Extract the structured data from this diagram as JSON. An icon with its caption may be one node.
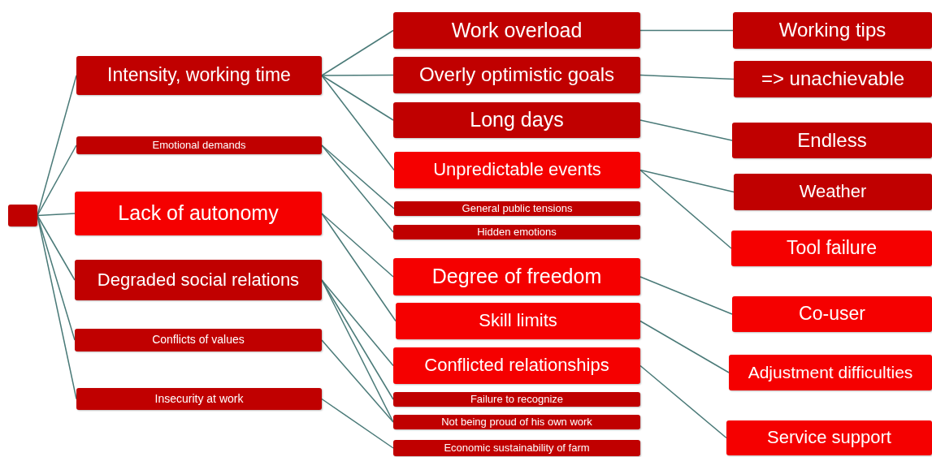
{
  "diagram": {
    "nodes": [
      {
        "text": [],
        "shape": "box"
      },
      {
        "text": [
          "Intensity, working time"
        ]
      },
      {
        "text": [
          "Emotional demands"
        ]
      },
      {
        "text": [
          "Lack of autonomy"
        ]
      },
      {
        "text": [
          "Degraded social relations"
        ]
      },
      {
        "text": [
          "Conflicts of values"
        ]
      },
      {
        "text": [
          "Insecurity at work"
        ]
      },
      {
        "text": [
          "Work overload"
        ]
      },
      {
        "text": [
          "Overly optimistic goals"
        ]
      },
      {
        "text": [
          "Long days"
        ]
      },
      {
        "text": [
          "Unpredictable events"
        ]
      },
      {
        "text": [
          "General public tensions"
        ]
      },
      {
        "text": [
          "Hidden emotions"
        ]
      },
      {
        "text": [
          "Degree of freedom"
        ]
      },
      {
        "text": [
          "Skill limits"
        ]
      },
      {
        "text": [
          "Conflicted relationships"
        ]
      },
      {
        "text": [
          "Failure to recognize"
        ]
      },
      {
        "text": [
          "Not being proud of his own work"
        ]
      },
      {
        "text": [
          "Economic sustainability of farm"
        ]
      },
      {
        "text": [
          "Working tips"
        ]
      },
      {
        "text": [
          "=> unachievable"
        ]
      },
      {
        "text": [
          "Endless"
        ]
      },
      {
        "text": [
          "Weather"
        ]
      },
      {
        "text": [
          "Tool failure"
        ]
      },
      {
        "text": [
          "Co-user"
        ]
      },
      {
        "text": [
          "Adjustment difficulties"
        ]
      },
      {
        "text": [
          "Service support"
        ]
      }
    ],
    "edges": [
      {
        "from": 0,
        "to": 1,
        "arrow": "none"
      },
      {
        "from": 0,
        "to": 2,
        "arrow": "none"
      },
      {
        "from": 0,
        "to": 3,
        "arrow": "none"
      },
      {
        "from": 0,
        "to": 4,
        "arrow": "none"
      },
      {
        "from": 0,
        "to": 5,
        "arrow": "none"
      },
      {
        "from": 0,
        "to": 6,
        "arrow": "none"
      },
      {
        "from": 1,
        "to": 7,
        "arrow": "none"
      },
      {
        "from": 1,
        "to": 8,
        "arrow": "none"
      },
      {
        "from": 1,
        "to": 9,
        "arrow": "none"
      },
      {
        "from": 1,
        "to": 10,
        "arrow": "none"
      },
      {
        "from": 2,
        "to": 11,
        "arrow": "none"
      },
      {
        "from": 2,
        "to": 12,
        "arrow": "none"
      },
      {
        "from": 3,
        "to": 13,
        "arrow": "none"
      },
      {
        "from": 3,
        "to": 14,
        "arrow": "none"
      },
      {
        "from": 4,
        "to": 15,
        "arrow": "none"
      },
      {
        "from": 4,
        "to": 16,
        "arrow": "none"
      },
      {
        "from": 4,
        "to": 17,
        "arrow": "none"
      },
      {
        "from": 5,
        "to": 17,
        "arrow": "none"
      },
      {
        "from": 6,
        "to": 18,
        "arrow": "none"
      },
      {
        "from": 7,
        "to": 19,
        "arrow": "none"
      },
      {
        "from": 8,
        "to": 20,
        "arrow": "none"
      },
      {
        "from": 9,
        "to": 21,
        "arrow": "none"
      },
      {
        "from": 10,
        "to": 22,
        "arrow": "none"
      },
      {
        "from": 10,
        "to": 23,
        "arrow": "none"
      },
      {
        "from": 13,
        "to": 24,
        "arrow": "none"
      },
      {
        "from": 14,
        "to": 25,
        "arrow": "none"
      },
      {
        "from": 15,
        "to": 26,
        "arrow": "none"
      }
    ]
  }
}
